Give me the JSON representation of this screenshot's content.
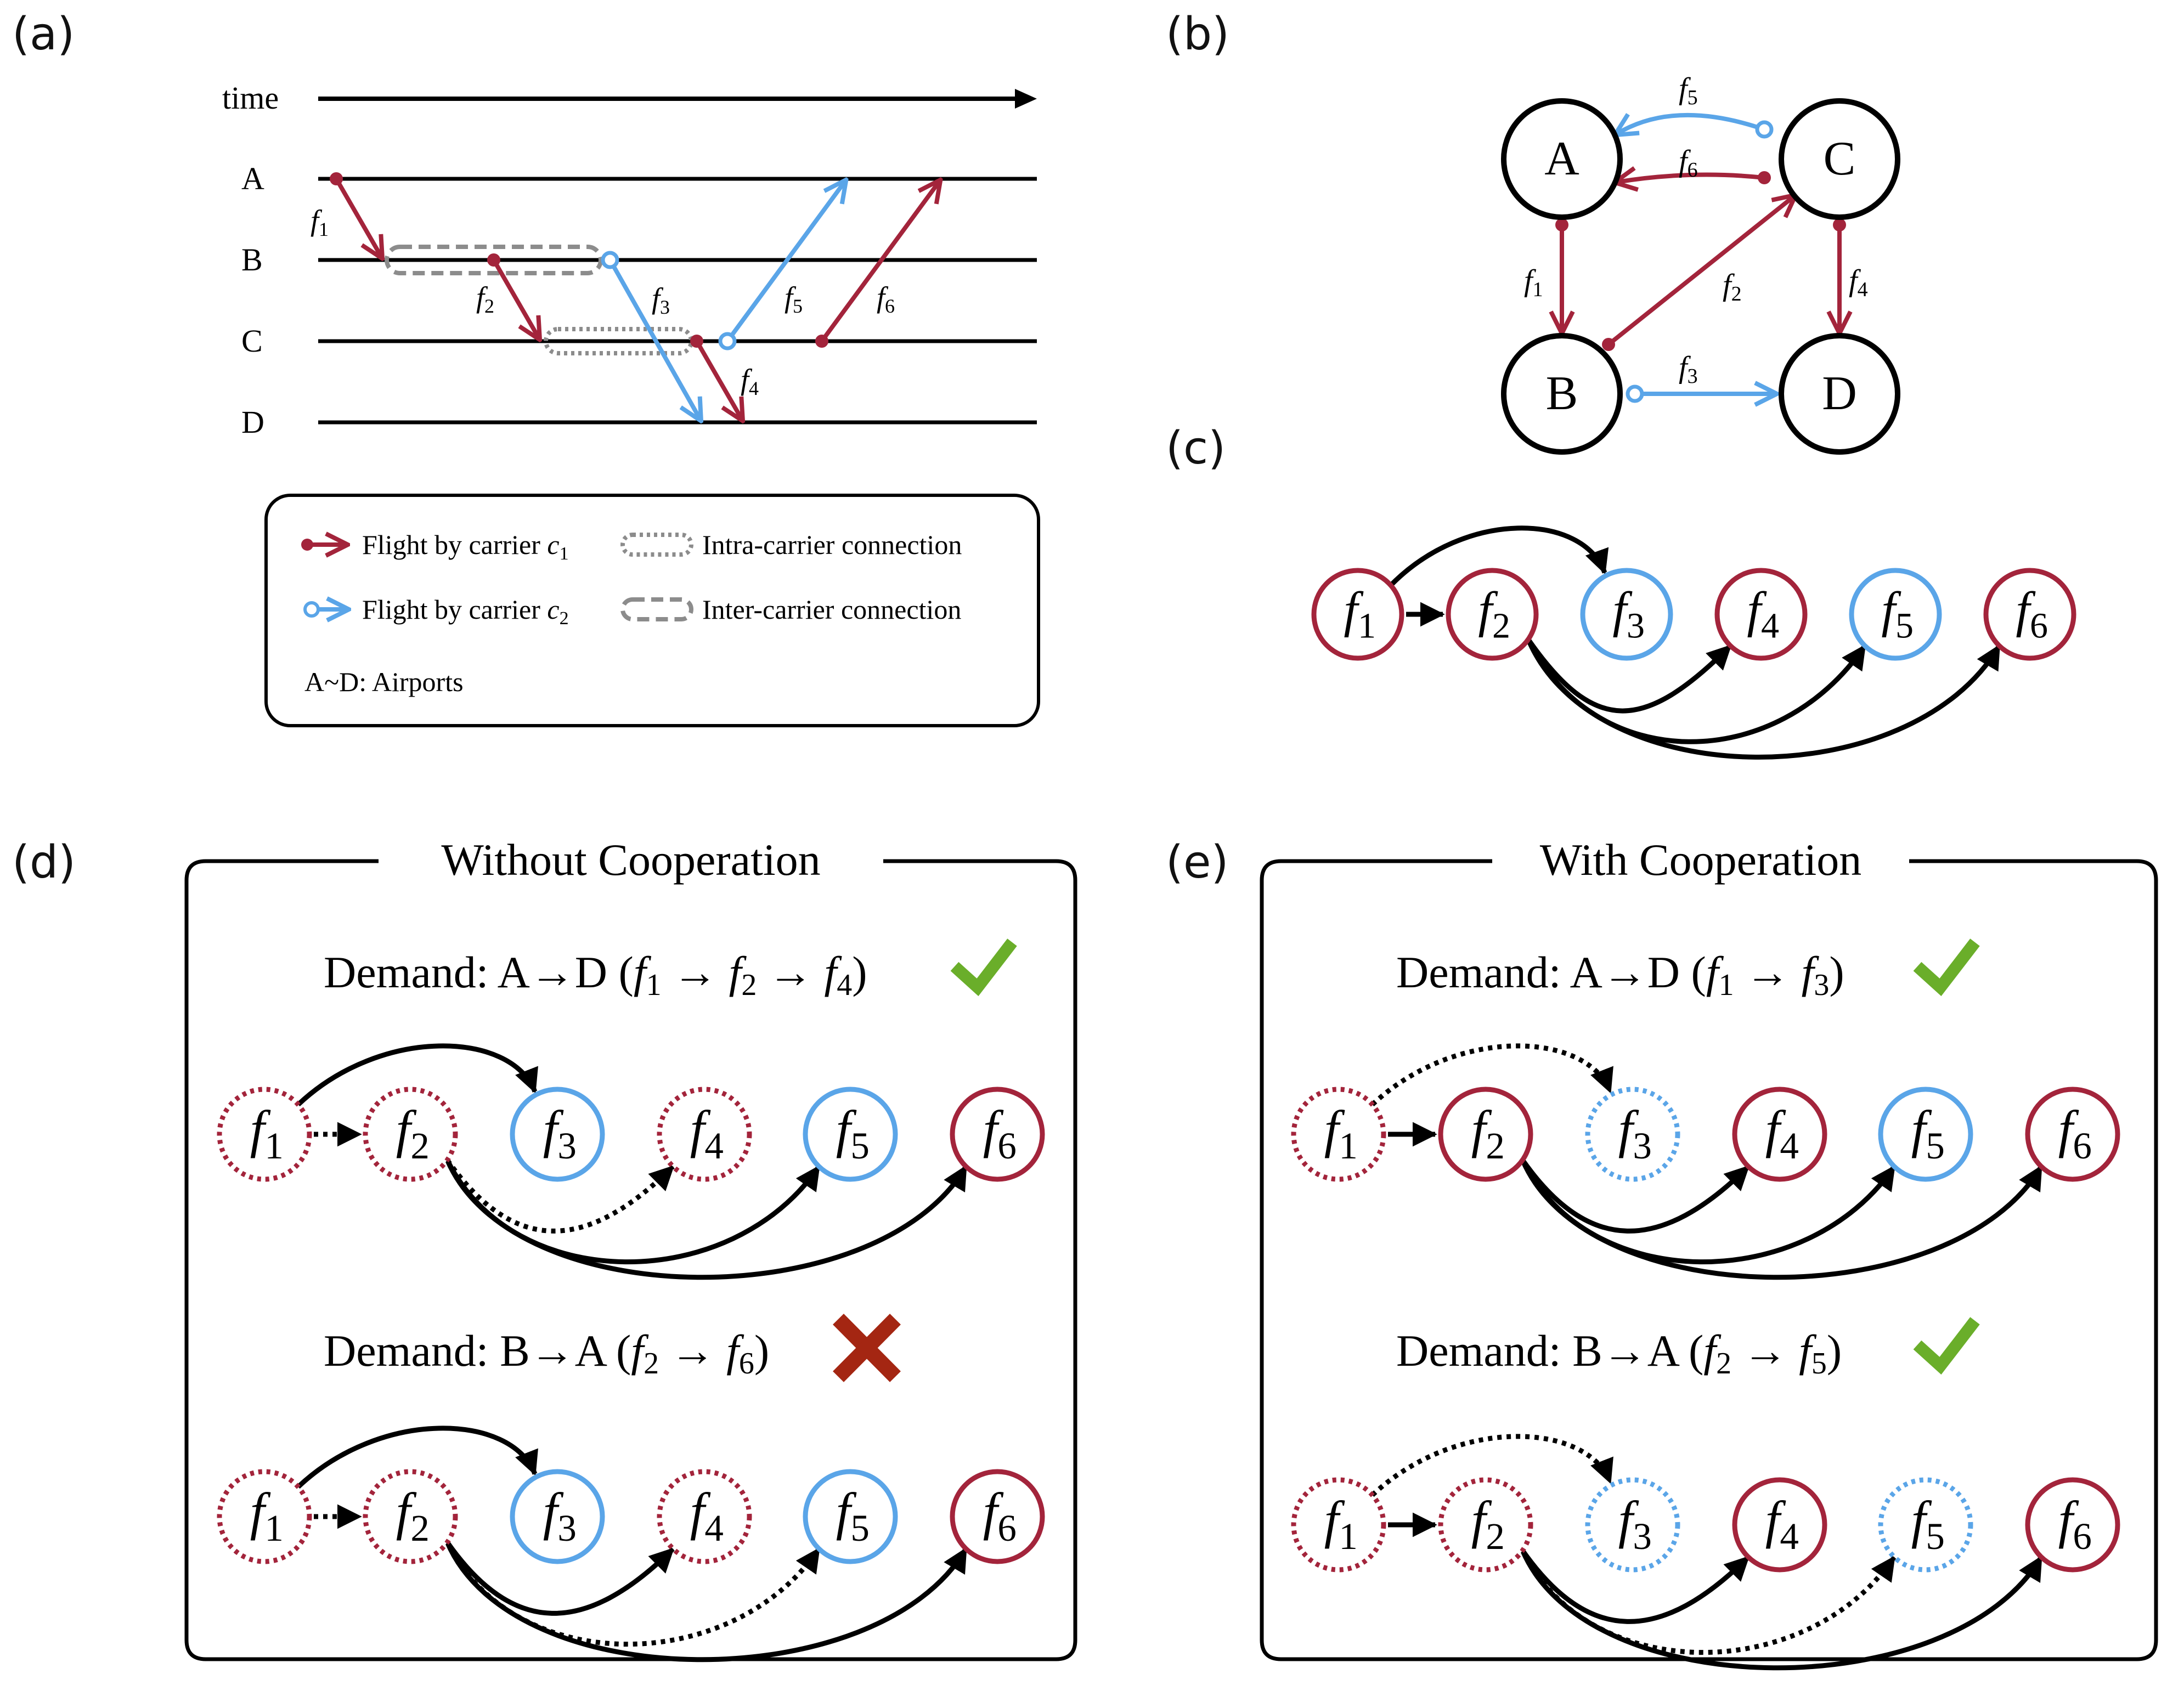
{
  "colors": {
    "carrier1": "#A3243B",
    "carrier2": "#5AA5E8",
    "connection": "#8C8C8C",
    "check": "#6AAE2A",
    "cross": "#A42612",
    "ink": "#000000"
  },
  "panels": {
    "a": {
      "label": "(a)",
      "time_label": "time",
      "airports": [
        "A",
        "B",
        "C",
        "D"
      ],
      "flight_labels": [
        "f1",
        "f2",
        "f3",
        "f4",
        "f5",
        "f6"
      ]
    },
    "b": {
      "label": "(b)",
      "nodes": [
        "A",
        "B",
        "C",
        "D"
      ]
    },
    "c": {
      "label": "(c)"
    },
    "d": {
      "label": "(d)",
      "title": "Without Cooperation",
      "demand1": {
        "prefix": "Demand: ",
        "route": "A→D",
        "chain": [
          "f1",
          "f2",
          "f4"
        ],
        "status": "check"
      },
      "demand2": {
        "prefix": "Demand: ",
        "route": "B→A",
        "chain": [
          "f2",
          "f6"
        ],
        "status": "cross"
      }
    },
    "e": {
      "label": "(e)",
      "title": "With Cooperation",
      "demand1": {
        "prefix": "Demand: ",
        "route": "A→D",
        "chain": [
          "f1",
          "f3"
        ],
        "status": "check"
      },
      "demand2": {
        "prefix": "Demand: ",
        "route": "B→A",
        "chain": [
          "f2",
          "f5"
        ],
        "status": "check"
      }
    }
  },
  "legend": {
    "items": [
      {
        "text": "Flight by carrier ",
        "sub": "1",
        "var": "c"
      },
      {
        "text": "Flight by carrier ",
        "sub": "2",
        "var": "c"
      },
      {
        "text": "Intra-carrier connection"
      },
      {
        "text": "Inter-carrier connection"
      }
    ],
    "note": "A~D: Airports"
  },
  "flights": [
    "f1",
    "f2",
    "f3",
    "f4",
    "f5",
    "f6"
  ],
  "flight_carriers": [
    1,
    1,
    2,
    1,
    2,
    1
  ]
}
